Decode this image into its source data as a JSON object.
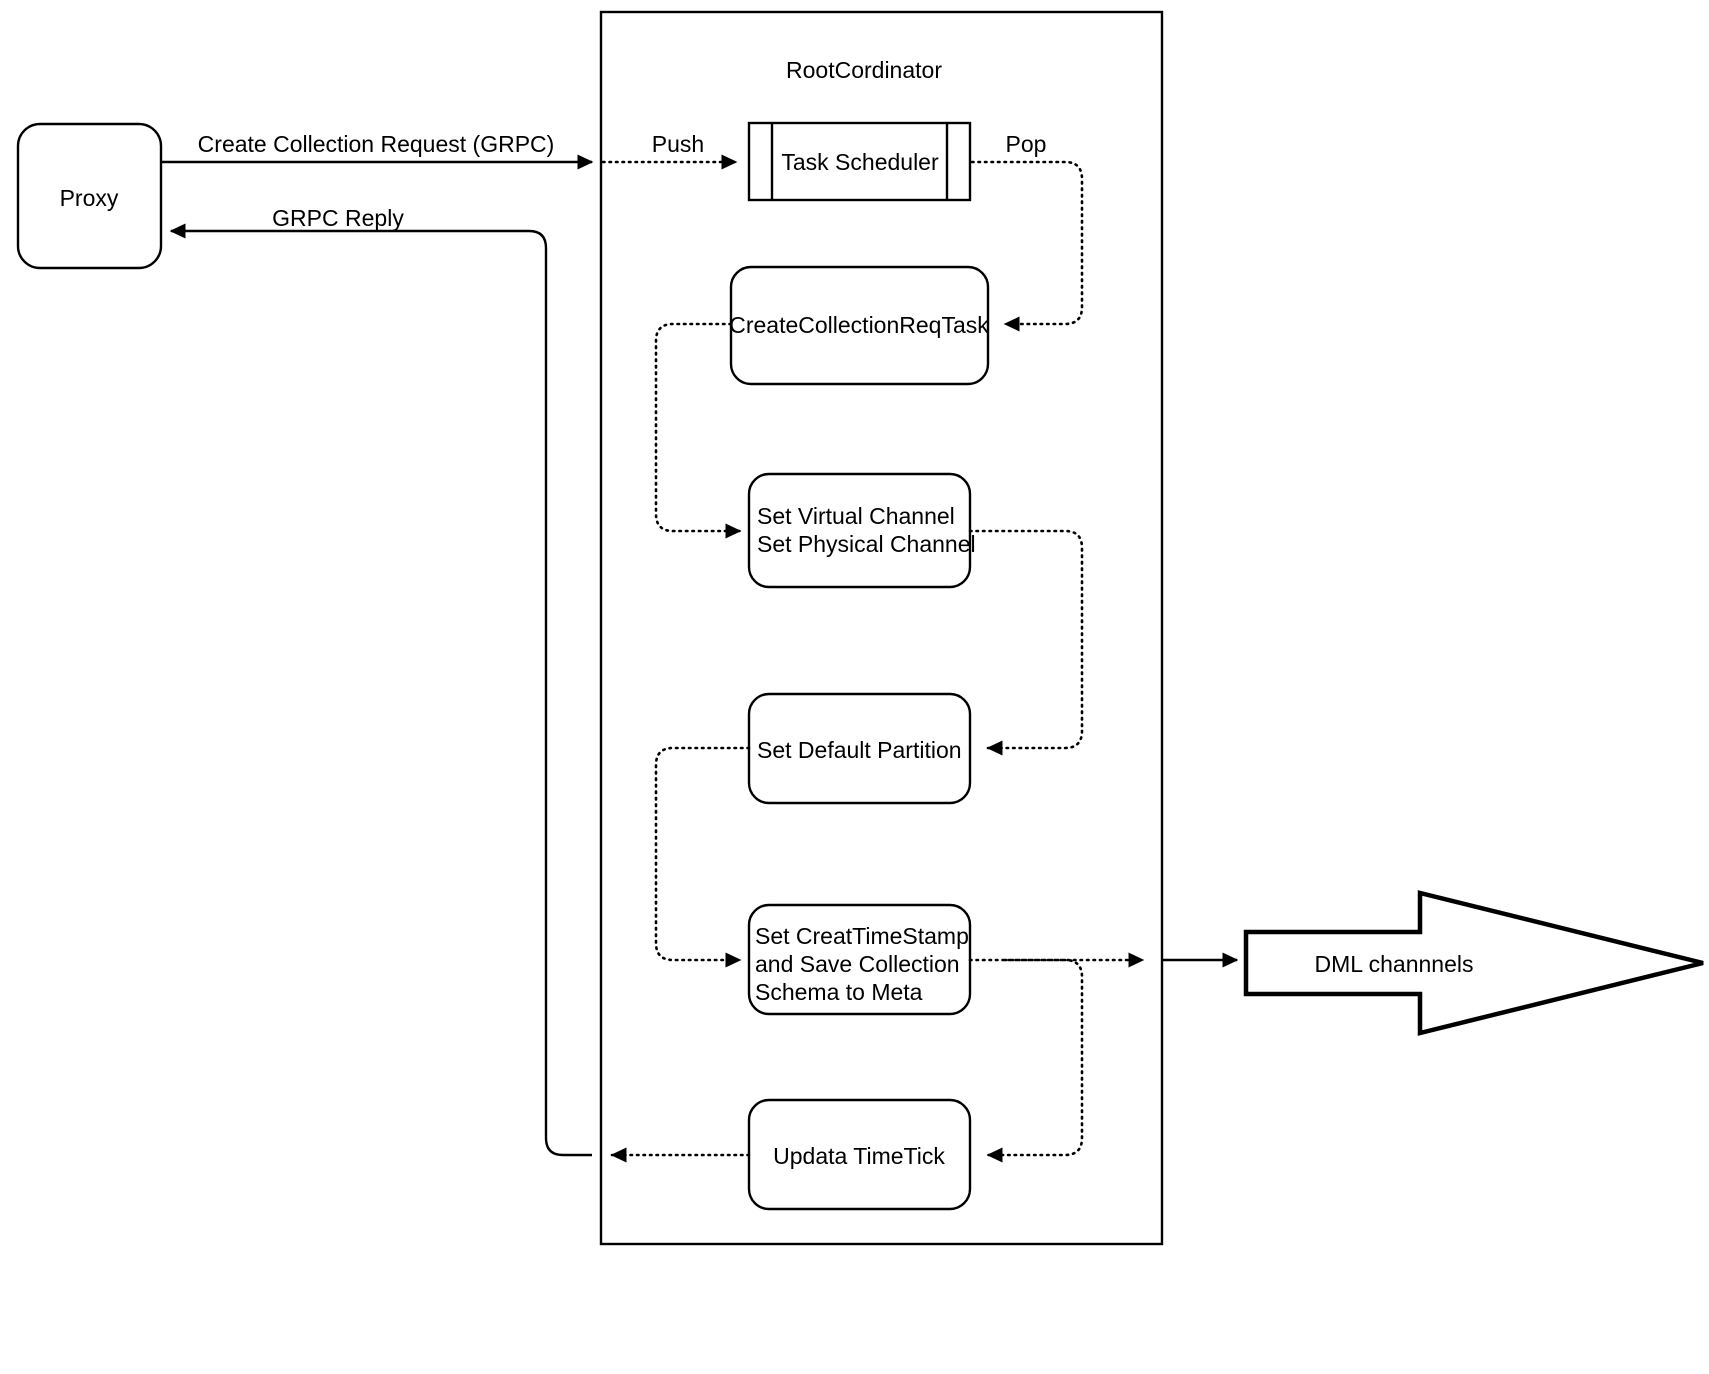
{
  "diagram": {
    "type": "flowchart",
    "title_visible": false,
    "container": {
      "name": "RootCordinator",
      "label": "RootCordinator",
      "shape": "rectangle",
      "style": "solid"
    },
    "nodes": [
      {
        "id": "proxy",
        "label": "Proxy",
        "shape": "rounded-rectangle"
      },
      {
        "id": "task-scheduler",
        "label": "Task Scheduler",
        "shape": "queue"
      },
      {
        "id": "create-task",
        "label": "CreateCollectionReqTask",
        "shape": "rounded-rectangle"
      },
      {
        "id": "set-channel",
        "label_line1": "Set Virtual Channel",
        "label_line2": "Set Physical Channel",
        "shape": "rounded-rectangle"
      },
      {
        "id": "set-partition",
        "label": "Set Default Partition",
        "shape": "rounded-rectangle"
      },
      {
        "id": "set-timestamp",
        "label_line1": "Set CreatTimeStamp",
        "label_line2": "and Save Collection",
        "label_line3": "Schema to Meta",
        "shape": "rounded-rectangle"
      },
      {
        "id": "update-timetick",
        "label": "Updata TimeTick",
        "shape": "rounded-rectangle"
      },
      {
        "id": "dml-channels",
        "label": "DML channnels",
        "shape": "block-arrow-right"
      }
    ],
    "edges": [
      {
        "id": "e1",
        "from": "proxy",
        "to": "task-scheduler",
        "label": "Create Collection Request (GRPC)",
        "style": "solid",
        "inner_label": "Push",
        "inner_style": "dotted"
      },
      {
        "id": "e2",
        "from": "task-scheduler",
        "to": "create-task",
        "label": "Pop",
        "style": "dotted"
      },
      {
        "id": "e3",
        "from": "create-task",
        "to": "set-channel",
        "label": "",
        "style": "dotted"
      },
      {
        "id": "e4",
        "from": "set-channel",
        "to": "set-partition",
        "label": "",
        "style": "dotted"
      },
      {
        "id": "e5",
        "from": "set-partition",
        "to": "set-timestamp",
        "label": "",
        "style": "dotted"
      },
      {
        "id": "e6",
        "from": "set-timestamp",
        "to": "dml-channels",
        "label": "",
        "style": "dotted-then-solid"
      },
      {
        "id": "e7",
        "from": "set-timestamp",
        "to": "update-timetick",
        "label": "",
        "style": "dotted"
      },
      {
        "id": "e8",
        "from": "update-timetick",
        "to": "proxy",
        "label": "GRPC Reply",
        "style": "dotted-then-solid"
      }
    ],
    "labels": {
      "create_collection_request": "Create Collection Request (GRPC)",
      "grpc_reply": "GRPC Reply",
      "push": "Push",
      "pop": "Pop"
    },
    "colors": {
      "stroke": "#000000",
      "fill": "#ffffff",
      "background": "#ffffff",
      "text": "#000000"
    }
  }
}
